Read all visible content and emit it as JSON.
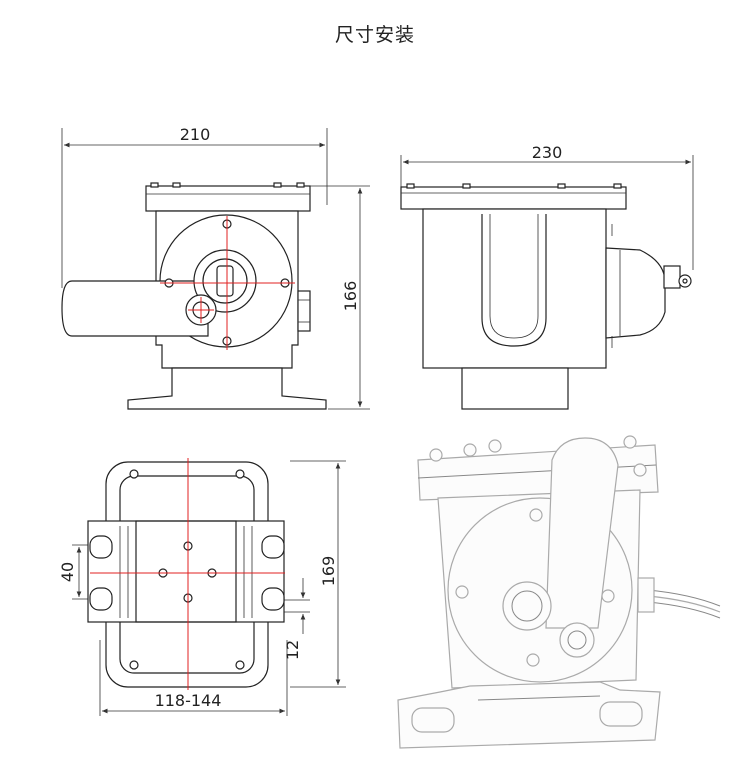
{
  "title": "尺寸安装",
  "dimensions": {
    "front_width": "210",
    "front_height": "166",
    "side_width": "230",
    "bottom_width": "118-144",
    "bottom_height": "169",
    "hole_spacing": "40",
    "hole_offset": "12"
  },
  "colors": {
    "line": "#222222",
    "centerline": "#e02020",
    "photo_outline": "#aaaaaa"
  },
  "icons": [
    "arrowhead-icon"
  ]
}
